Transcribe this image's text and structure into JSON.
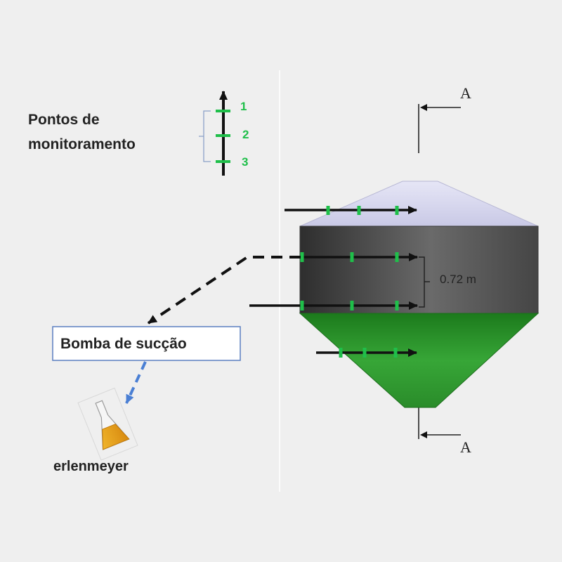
{
  "legend": {
    "title_line1": "Pontos de",
    "title_line2": "monitoramento",
    "points": [
      "1",
      "2",
      "3"
    ]
  },
  "section": {
    "top_label": "A",
    "bottom_label": "A"
  },
  "dimension": {
    "label": "0.72 m"
  },
  "pump": {
    "label": "Bomba de sucção"
  },
  "flask": {
    "label": "erlenmeyer"
  },
  "colors": {
    "background": "#efefef",
    "marker_green": "#1fbf4a",
    "tank_top": "#d8d8f0",
    "tank_mid": "#555555",
    "tank_bottom": "#2e8f2e",
    "pump_border": "#5a7fc0",
    "pump_arrow": "#4a7fd4",
    "flask_liquid": "#e8a020"
  }
}
